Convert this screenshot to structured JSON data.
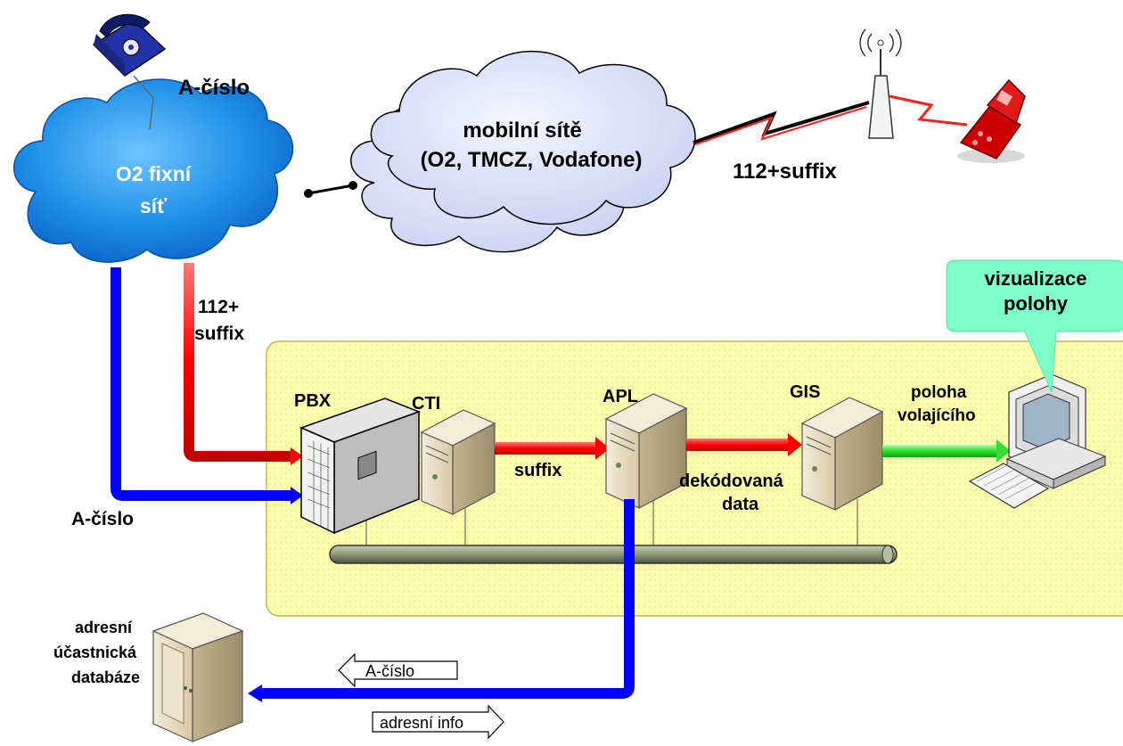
{
  "labels": {
    "a_cislo_top": "A-číslo",
    "fixed_net_line1": "O2 fixní",
    "fixed_net_line2": "síť",
    "mobile_line1": "mobilní sítě",
    "mobile_line2": "(O2, TMCZ, Vodafone)",
    "suffix_radio": "112+suffix",
    "suffix_red_line1": "112+",
    "suffix_red_line2": "suffix",
    "a_cislo_left": "A-číslo",
    "pbx": "PBX",
    "cti": "CTI",
    "apl": "APL",
    "gis": "GIS",
    "suffix_arrow": "suffix",
    "decoded_line1": "dekódovaná",
    "decoded_line2": "data",
    "location_line1": "poloha",
    "location_line2": "volajícího",
    "viz_line1": "vizualizace",
    "viz_line2": "polohy",
    "db_line1": "adresní",
    "db_line2": "účastnická",
    "db_line3": "databáze",
    "db_arrow_left": "A-číslo",
    "db_arrow_right": "adresní info"
  },
  "colors": {
    "cloud_blue": "#1e90e8",
    "cloud_light": "#c9d6f5",
    "zone_yellow": "#fcfcae",
    "red_line": "#ff0000",
    "blue_line": "#0000ff",
    "green_line": "#33dd33",
    "callout": "#7fffc8"
  },
  "icons": [
    "desk-phone-icon",
    "mobile-phone-icon",
    "antenna-icon",
    "server-icon",
    "workstation-icon",
    "database-server-icon"
  ]
}
